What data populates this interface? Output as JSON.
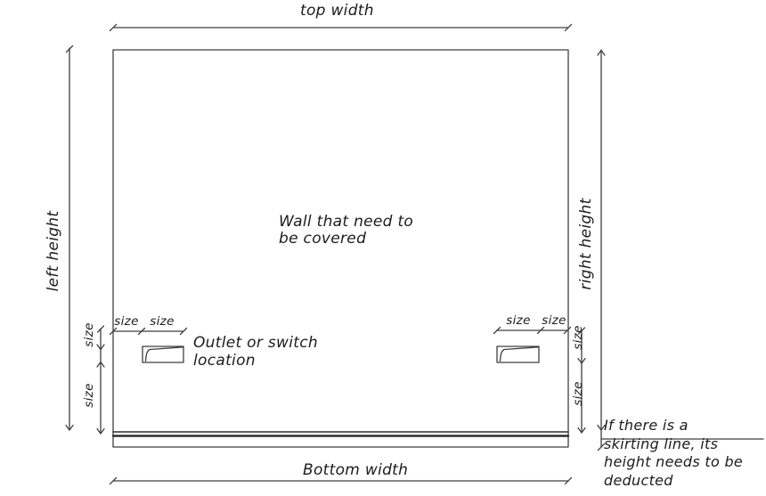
{
  "colors": {
    "background": "#ffffff",
    "ink": "#3f3f3f",
    "text": "#1c1c1c"
  },
  "labels": {
    "top_width": "top width",
    "bottom_width": "Bottom width",
    "left_height": "left height",
    "right_height": "right height",
    "size": "size"
  },
  "notes": {
    "wall": {
      "line1": "Wall that need to",
      "line2": "be covered"
    },
    "outlet": {
      "line1": "Outlet or switch",
      "line2": "location"
    },
    "skirting": {
      "line1": "If there is a",
      "line2": "skirting line, its",
      "line3": "height needs to be",
      "line4": "deducted"
    }
  }
}
